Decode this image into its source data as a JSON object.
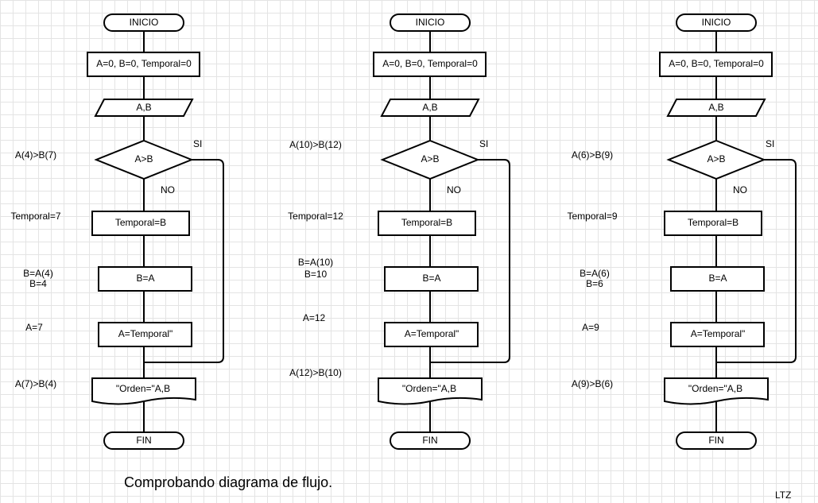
{
  "flowchart_nodes": {
    "start": "INICIO",
    "init": "A=0, B=0, Temporal=0",
    "input": "A,B",
    "decision": "A>B",
    "step_temporal": "Temporal=B",
    "step_b": "B=A",
    "step_a": "A=Temporal\"",
    "output": "\"Orden=\"A,B",
    "end": "FIN",
    "yes_label": "SI",
    "no_label": "NO"
  },
  "traces": [
    {
      "condition": "A(4)>B(7)",
      "temporal": "Temporal=7",
      "b_line1": "B=A(4)",
      "b_line2": "B=4",
      "a": "A=7",
      "result": "A(7)>B(4)"
    },
    {
      "condition": "A(10)>B(12)",
      "temporal": "Temporal=12",
      "b_line1": "B=A(10)",
      "b_line2": "B=10",
      "a": "A=12",
      "result": "A(12)>B(10)"
    },
    {
      "condition": "A(6)>B(9)",
      "temporal": "Temporal=9",
      "b_line1": "B=A(6)",
      "b_line2": "B=6",
      "a": "A=9",
      "result": "A(9)>B(6)"
    }
  ],
  "caption": "Comprobando diagrama de flujo.",
  "signature": "LTZ"
}
